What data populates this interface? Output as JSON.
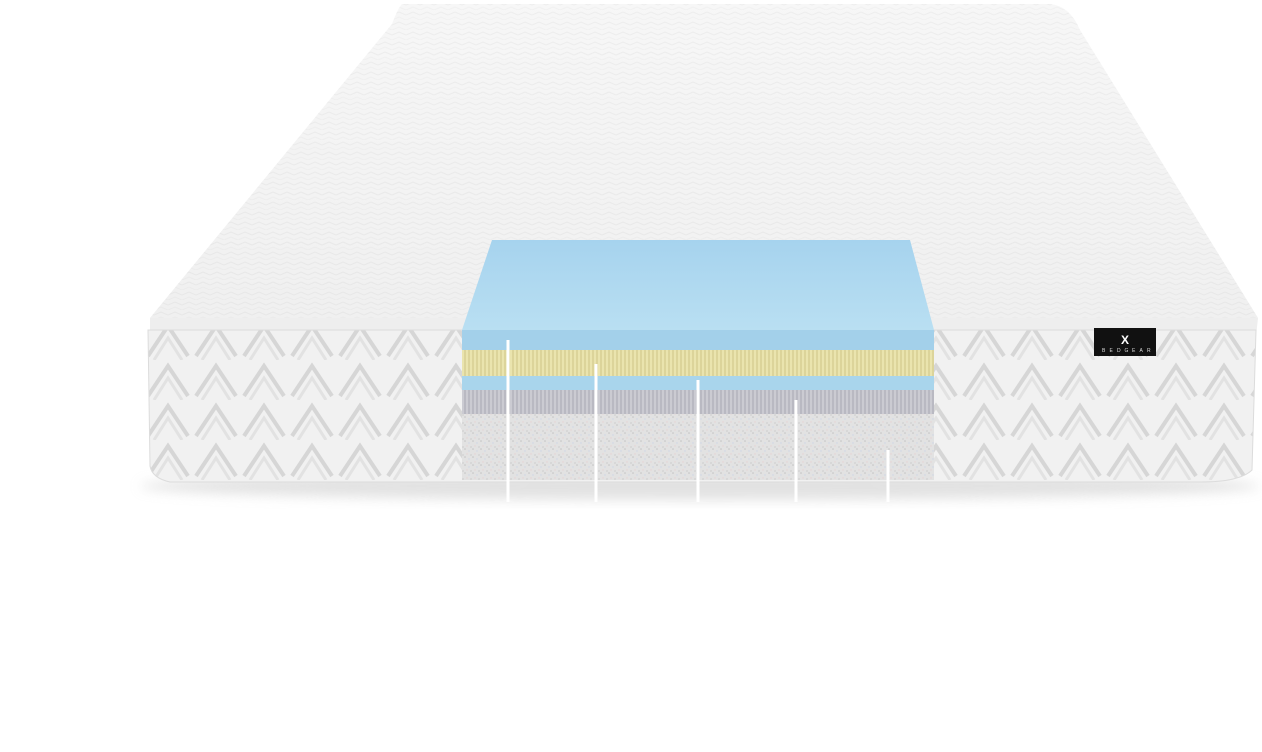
{
  "product": {
    "subject": "mattress",
    "brand_tag": {
      "logo_glyph": "X",
      "letters": [
        "B",
        "E",
        "D",
        "G",
        "E",
        "A",
        "R"
      ]
    }
  },
  "layers": [
    {
      "name": "gel-memory-foam-top-layer",
      "color": "#a9d6ee"
    },
    {
      "name": "yellow-comfort-foam-layer",
      "color": "#ece6b2"
    },
    {
      "name": "blue-transition-layer",
      "color": "#a8d4ec"
    },
    {
      "name": "grey-support-layer",
      "color": "#c9c9cf"
    },
    {
      "name": "speckled-base-foam-layer",
      "color": "#e3e3e3"
    }
  ],
  "colors": {
    "cover": "#f4f4f4",
    "cover_shadow": "#d8d8d8",
    "tag": "#111111"
  }
}
